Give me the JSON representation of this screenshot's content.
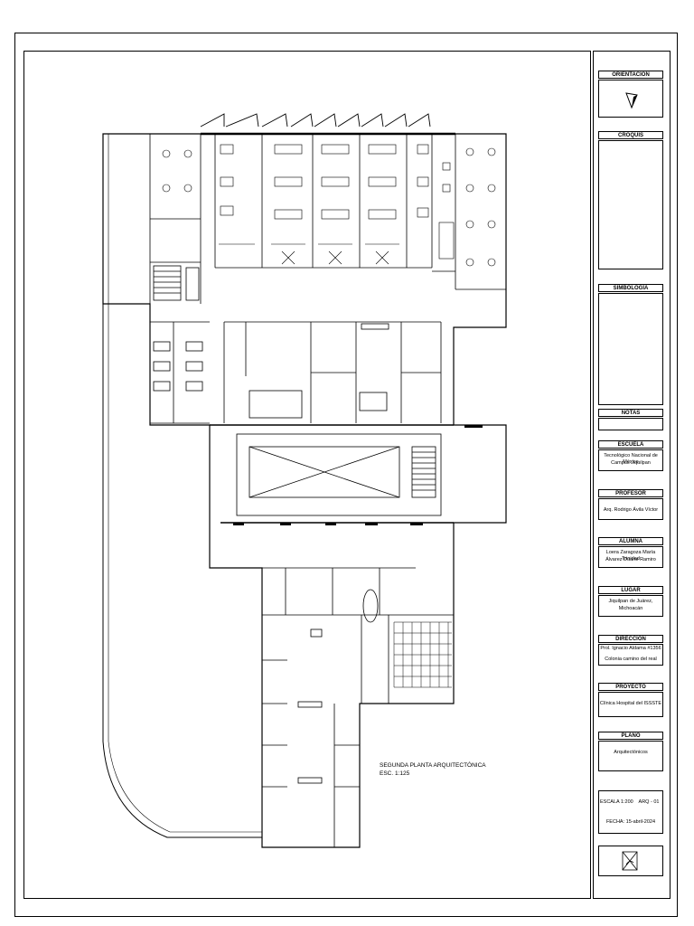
{
  "plan": {
    "title": "SEGUNDA PLANTA ARQUITECTÓNICA",
    "scale": "ESC. 1:125"
  },
  "title_block": {
    "orientacion": "ORIENTACIÓN",
    "croquis": "CROQUIS",
    "simbologia": "SIMBOLOGÍA",
    "notas": "NOTAS",
    "escuela": "ESCUELA",
    "escuela_line1": "Tecnológico Nacional de México",
    "escuela_line2": "Campus Jiquilpan",
    "profesor": "PROFESOR",
    "profesor_name": "Arq. Rodrigo Ávila Víctor",
    "alumna": "ALUMNA",
    "alumna_line1": "Loera Zaragoza María Trinidad",
    "alumna_line2": "Álvarez Duarte Ramiro",
    "lugar": "LUGAR",
    "lugar_line1": "Jiquilpan de Juárez,",
    "lugar_line2": "Michoacán",
    "direccion": "DIRECCIÓN",
    "direccion_line1": "Prol. Ignacio Aldama #1356",
    "direccion_line2": "Colonia camino del real",
    "proyecto": "PROYECTO",
    "proyecto_name": "Clínica Hospital del ISSSTE",
    "plano": "PLANO",
    "plano_name": "Arquitectónicos",
    "escala": "ESCALA 1:200",
    "sheet_code": "ARQ - 01",
    "fecha": "FECHA: 15-abril-2024"
  }
}
